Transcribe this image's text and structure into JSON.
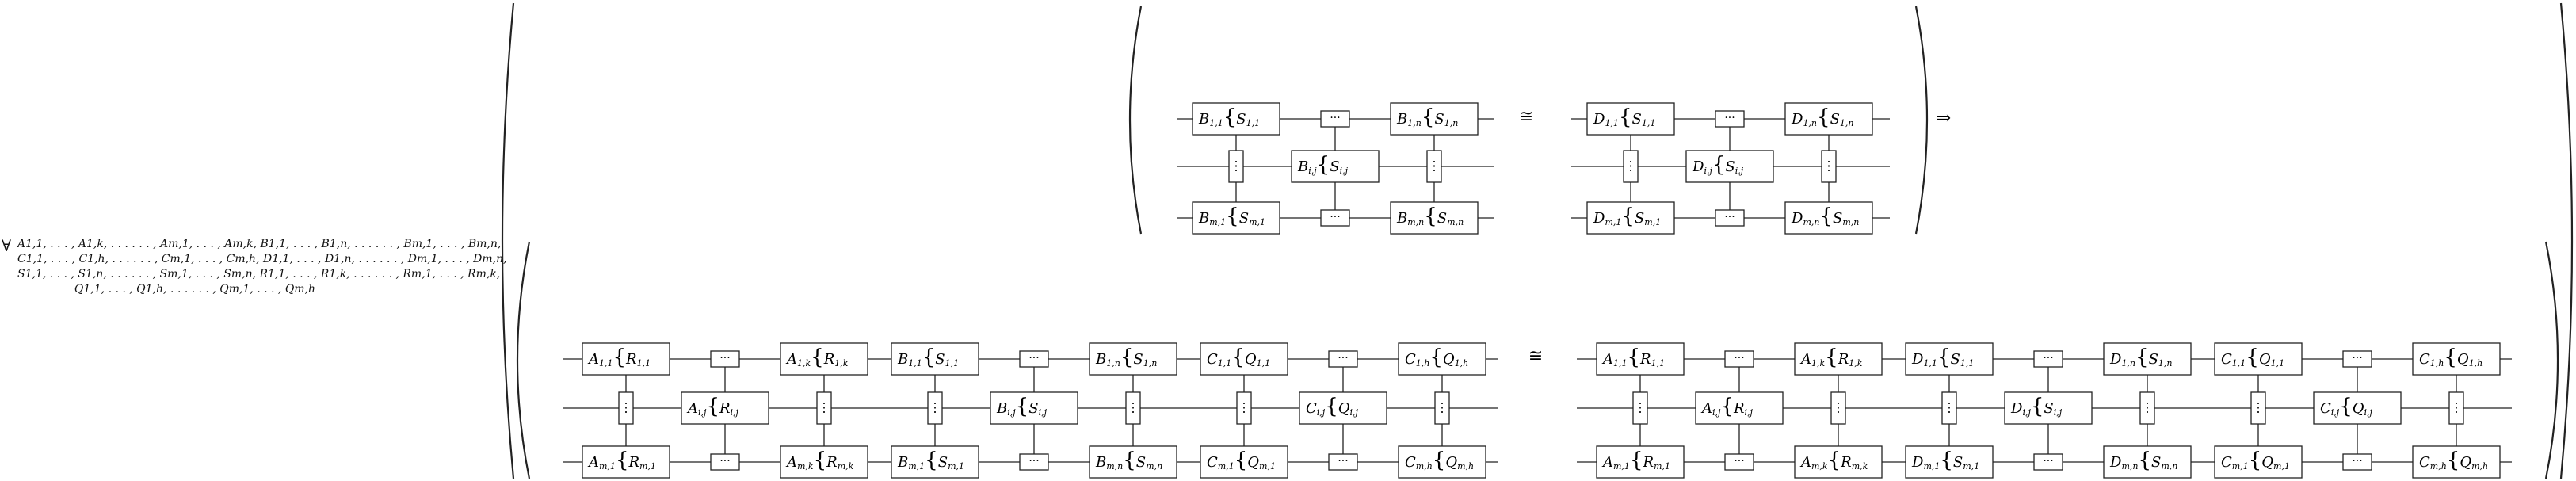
{
  "quantifier": {
    "symbol": "∀",
    "lines": [
      "A1,1, . . . , A1,k, . . . . . . , Am,1, . . . , Am,k, B1,1, . . . , B1,n, . . . . . . , Bm,1, . . . , Bm,n,",
      "C1,1, . . . , C1,h, . . . . . . , Cm,1, . . . , Cm,h, D1,1, . . . , D1,n, . . . . . . , Dm,1, . . . , Dm,n,",
      "S1,1, . . . , S1,n, . . . . . . , Sm,1, . . . , Sm,n, R1,1, . . . , R1,k, . . . . . . , Rm,1, . . . , Rm,k,",
      "Q1,1, . . . , Q1,h, . . . . . . , Qm,1, . . . , Qm,h"
    ]
  },
  "symbols": {
    "iso": "≅",
    "implies": "⇒",
    "hdots": "···",
    "vdots": "⋮"
  },
  "premise": {
    "left": {
      "corner": [
        "B1,1",
        "S1,1"
      ],
      "top_right": [
        "B1,n",
        "S1,n"
      ],
      "center": [
        "Bi,j",
        "Si,j"
      ],
      "bottom_left": [
        "Bm,1",
        "Sm,1"
      ],
      "bottom_right": [
        "Bm,n",
        "Sm,n"
      ]
    },
    "right": {
      "corner": [
        "D1,1",
        "S1,1"
      ],
      "top_right": [
        "D1,n",
        "S1,n"
      ],
      "center": [
        "Di,j",
        "Si,j"
      ],
      "bottom_left": [
        "Dm,1",
        "Sm,1"
      ],
      "bottom_right": [
        "Dm,n",
        "Sm,n"
      ]
    }
  },
  "conclusion": {
    "left": [
      {
        "corner": [
          "A1,1",
          "R1,1"
        ],
        "top_right": [
          "A1,k",
          "R1,k"
        ],
        "center": [
          "Ai,j",
          "Ri,j"
        ],
        "bottom_left": [
          "Am,1",
          "Rm,1"
        ],
        "bottom_right": [
          "Am,k",
          "Rm,k"
        ]
      },
      {
        "corner": [
          "B1,1",
          "S1,1"
        ],
        "top_right": [
          "B1,n",
          "S1,n"
        ],
        "center": [
          "Bi,j",
          "Si,j"
        ],
        "bottom_left": [
          "Bm,1",
          "Sm,1"
        ],
        "bottom_right": [
          "Bm,n",
          "Sm,n"
        ]
      },
      {
        "corner": [
          "C1,1",
          "Q1,1"
        ],
        "top_right": [
          "C1,h",
          "Q1,h"
        ],
        "center": [
          "Ci,j",
          "Qi,j"
        ],
        "bottom_left": [
          "Cm,1",
          "Qm,1"
        ],
        "bottom_right": [
          "Cm,h",
          "Qm,h"
        ]
      }
    ],
    "right": [
      {
        "corner": [
          "A1,1",
          "R1,1"
        ],
        "top_right": [
          "A1,k",
          "R1,k"
        ],
        "center": [
          "Ai,j",
          "Ri,j"
        ],
        "bottom_left": [
          "Am,1",
          "Rm,1"
        ],
        "bottom_right": [
          "Am,k",
          "Rm,k"
        ]
      },
      {
        "corner": [
          "D1,1",
          "S1,1"
        ],
        "top_right": [
          "D1,n",
          "S1,n"
        ],
        "center": [
          "Di,j",
          "Si,j"
        ],
        "bottom_left": [
          "Dm,1",
          "Sm,1"
        ],
        "bottom_right": [
          "Dm,n",
          "Sm,n"
        ]
      },
      {
        "corner": [
          "C1,1",
          "Q1,1"
        ],
        "top_right": [
          "C1,h",
          "Q1,h"
        ],
        "center": [
          "Ci,j",
          "Qi,j"
        ],
        "bottom_left": [
          "Cm,1",
          "Qm,1"
        ],
        "bottom_right": [
          "Cm,h",
          "Qm,h"
        ]
      }
    ]
  }
}
